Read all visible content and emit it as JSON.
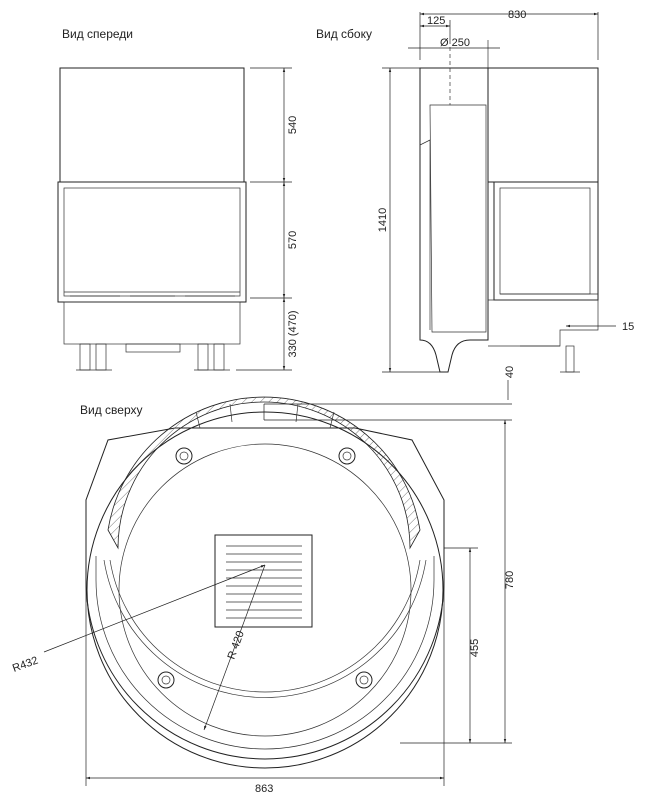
{
  "views": {
    "front": "Вид спереди",
    "side": "Вид сбоку",
    "top": "Вид сверху"
  },
  "front_dims": {
    "top_height": "540",
    "door_height": "570",
    "base_height": "330 (470)"
  },
  "side_dims": {
    "depth": "830",
    "flue_offset": "125",
    "flue_diameter": "Ø 250",
    "total_height": "1410",
    "door_step": "15",
    "leg": "40"
  },
  "top_dims": {
    "outer_radius": "R432",
    "inner_radius": "R 420",
    "depth": "780",
    "front_depth": "455",
    "width": "863"
  }
}
